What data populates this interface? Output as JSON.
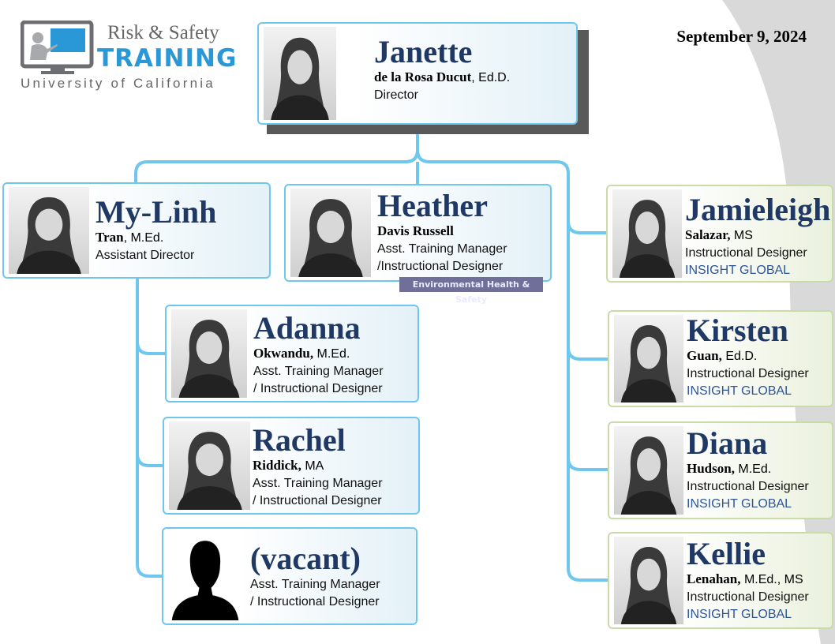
{
  "header": {
    "date": "September 9, 2024"
  },
  "logo": {
    "line1": "Risk & Safety",
    "line2": "TRAINING",
    "line3": "University of California"
  },
  "colors": {
    "name": "#1f3864",
    "connector": "#6fc7ee",
    "contractor_border": "#c8dca8",
    "org": "#2e5597"
  },
  "people": [
    {
      "first": "Janette",
      "surname": "de la Rosa Ducut",
      "cred": ", Ed.D.",
      "role": [
        "Director"
      ],
      "org": ""
    },
    {
      "first": "My-Linh",
      "surname": "Tran",
      "cred": ", M.Ed.",
      "role": [
        "Assistant Director"
      ],
      "org": ""
    },
    {
      "first": "Heather",
      "surname": "Davis Russell",
      "cred": "",
      "role": [
        "Asst. Training Manager",
        "/Instructional Designer"
      ],
      "org": "",
      "tag": "Environmental Health & Safety"
    },
    {
      "first": "Adanna",
      "surname": "Okwandu,",
      "cred": " M.Ed.",
      "role": [
        "Asst. Training Manager",
        "/ Instructional Designer"
      ],
      "org": ""
    },
    {
      "first": "Rachel",
      "surname": "Riddick,",
      "cred": " MA",
      "role": [
        "Asst. Training Manager",
        "/ Instructional Designer"
      ],
      "org": ""
    },
    {
      "first": "(vacant)",
      "surname": "",
      "cred": "",
      "role": [
        "Asst. Training Manager",
        "/ Instructional Designer"
      ],
      "org": ""
    },
    {
      "first": "Jamieleigh",
      "surname": "Salazar,",
      "cred": " MS",
      "role": [
        "Instructional Designer"
      ],
      "org": "INSIGHT GLOBAL"
    },
    {
      "first": "Kirsten",
      "surname": "Guan,",
      "cred": " Ed.D.",
      "role": [
        "Instructional Designer"
      ],
      "org": "INSIGHT GLOBAL"
    },
    {
      "first": "Diana",
      "surname": "Hudson,",
      "cred": " M.Ed.",
      "role": [
        "Instructional Designer"
      ],
      "org": "INSIGHT GLOBAL"
    },
    {
      "first": "Kellie",
      "surname": "Lenahan,",
      "cred": " M.Ed., MS",
      "role": [
        "Instructional Designer"
      ],
      "org": "INSIGHT GLOBAL"
    }
  ]
}
